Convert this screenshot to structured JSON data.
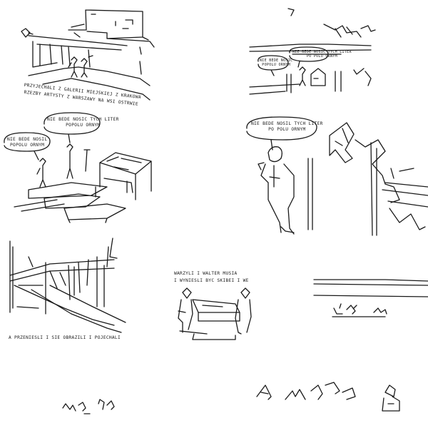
{
  "panels": {
    "p1": {
      "caption_line1": "PRZYJECHALI Z GALERII MIEJSKIEJ Z KRAKOWA",
      "caption_line2": "RZEZBY ARTYSTY Z WARSZAWY NA WSI OSTRWIE"
    },
    "p2": {
      "bubble_left": "NIE BEDE NOSIC\nPOPOLU ORNYM",
      "bubble_right": "NIE BEDE NOSIC TYCH LITER\nPO POLU ORNYM"
    },
    "p3": {
      "bubble_left": "NIE BEDE NOSIL\nPOPOLU ORNYM",
      "bubble_right": "NIE BEDE NOSIC TYCH LITER\nPOPOLU ORNYM"
    },
    "p4": {
      "bubble": "NIE BEDE NOSIL TYCH LITER\nPO POLU ORNYM"
    },
    "p5": {
      "caption": "A PRZENIESLI I SIE OBRAZILI I POJECHALI"
    },
    "p6": {
      "caption_line1": "WARZYLI I WALTER MUSIA",
      "caption_line2": "I WYNIESLI BYC SKIBEI I WE"
    }
  }
}
